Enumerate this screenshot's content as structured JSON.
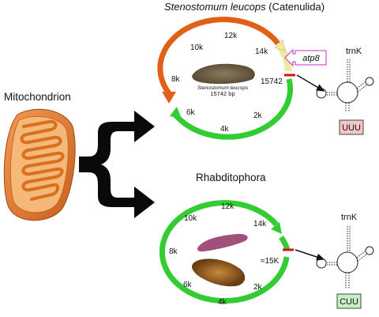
{
  "mito_label": "Mitochondrion",
  "top": {
    "species": "Stenostomum leucops",
    "clade": "(Catenulida)",
    "ticks": [
      "12k",
      "14k",
      "10k",
      "8k",
      "15742",
      "6k",
      "2k",
      "4k"
    ],
    "inner_name": "Stenostomum leucops",
    "inner_size": "15742 bp",
    "gene": "atp8",
    "trna": "trnK",
    "anticodon": "UUU"
  },
  "bottom": {
    "title": "Rhabditophora",
    "ticks": [
      "12k",
      "10k",
      "14k",
      "8k",
      "≈15K",
      "6k",
      "2k",
      "4k"
    ],
    "trna": "trnK",
    "anticodon": "CUU"
  },
  "colors": {
    "orange_arc": "#e06018",
    "green_arc": "#33cc33",
    "atp8_fill": "#ede9a0",
    "uuu_box": "#f4c6c6",
    "cuu_box": "#c8eec4",
    "gene_label_border": "#c030c0",
    "marker_red": "#dd1111",
    "mito_outer": "#e8803a",
    "mito_inner": "#f6b878"
  },
  "icons": [
    "mitochondrion-icon",
    "split-arrow-icon",
    "flatworm-icon",
    "trna-cloverleaf-icon"
  ]
}
